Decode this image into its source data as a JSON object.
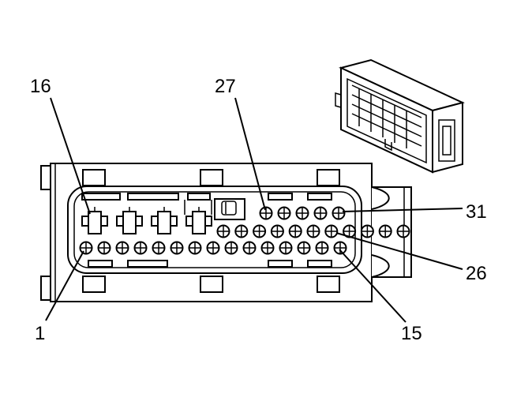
{
  "diagram": {
    "callouts": [
      {
        "id": "16",
        "label": "16"
      },
      {
        "id": "27",
        "label": "27"
      },
      {
        "id": "31",
        "label": "31"
      },
      {
        "id": "26",
        "label": "26"
      },
      {
        "id": "1",
        "label": "1"
      },
      {
        "id": "15",
        "label": "15"
      }
    ],
    "connector": {
      "bottom_row_terminals": 15,
      "middle_row_terminals": 11,
      "upper_row_round_terminals": 5,
      "upper_row_large_terminals": 4
    }
  }
}
